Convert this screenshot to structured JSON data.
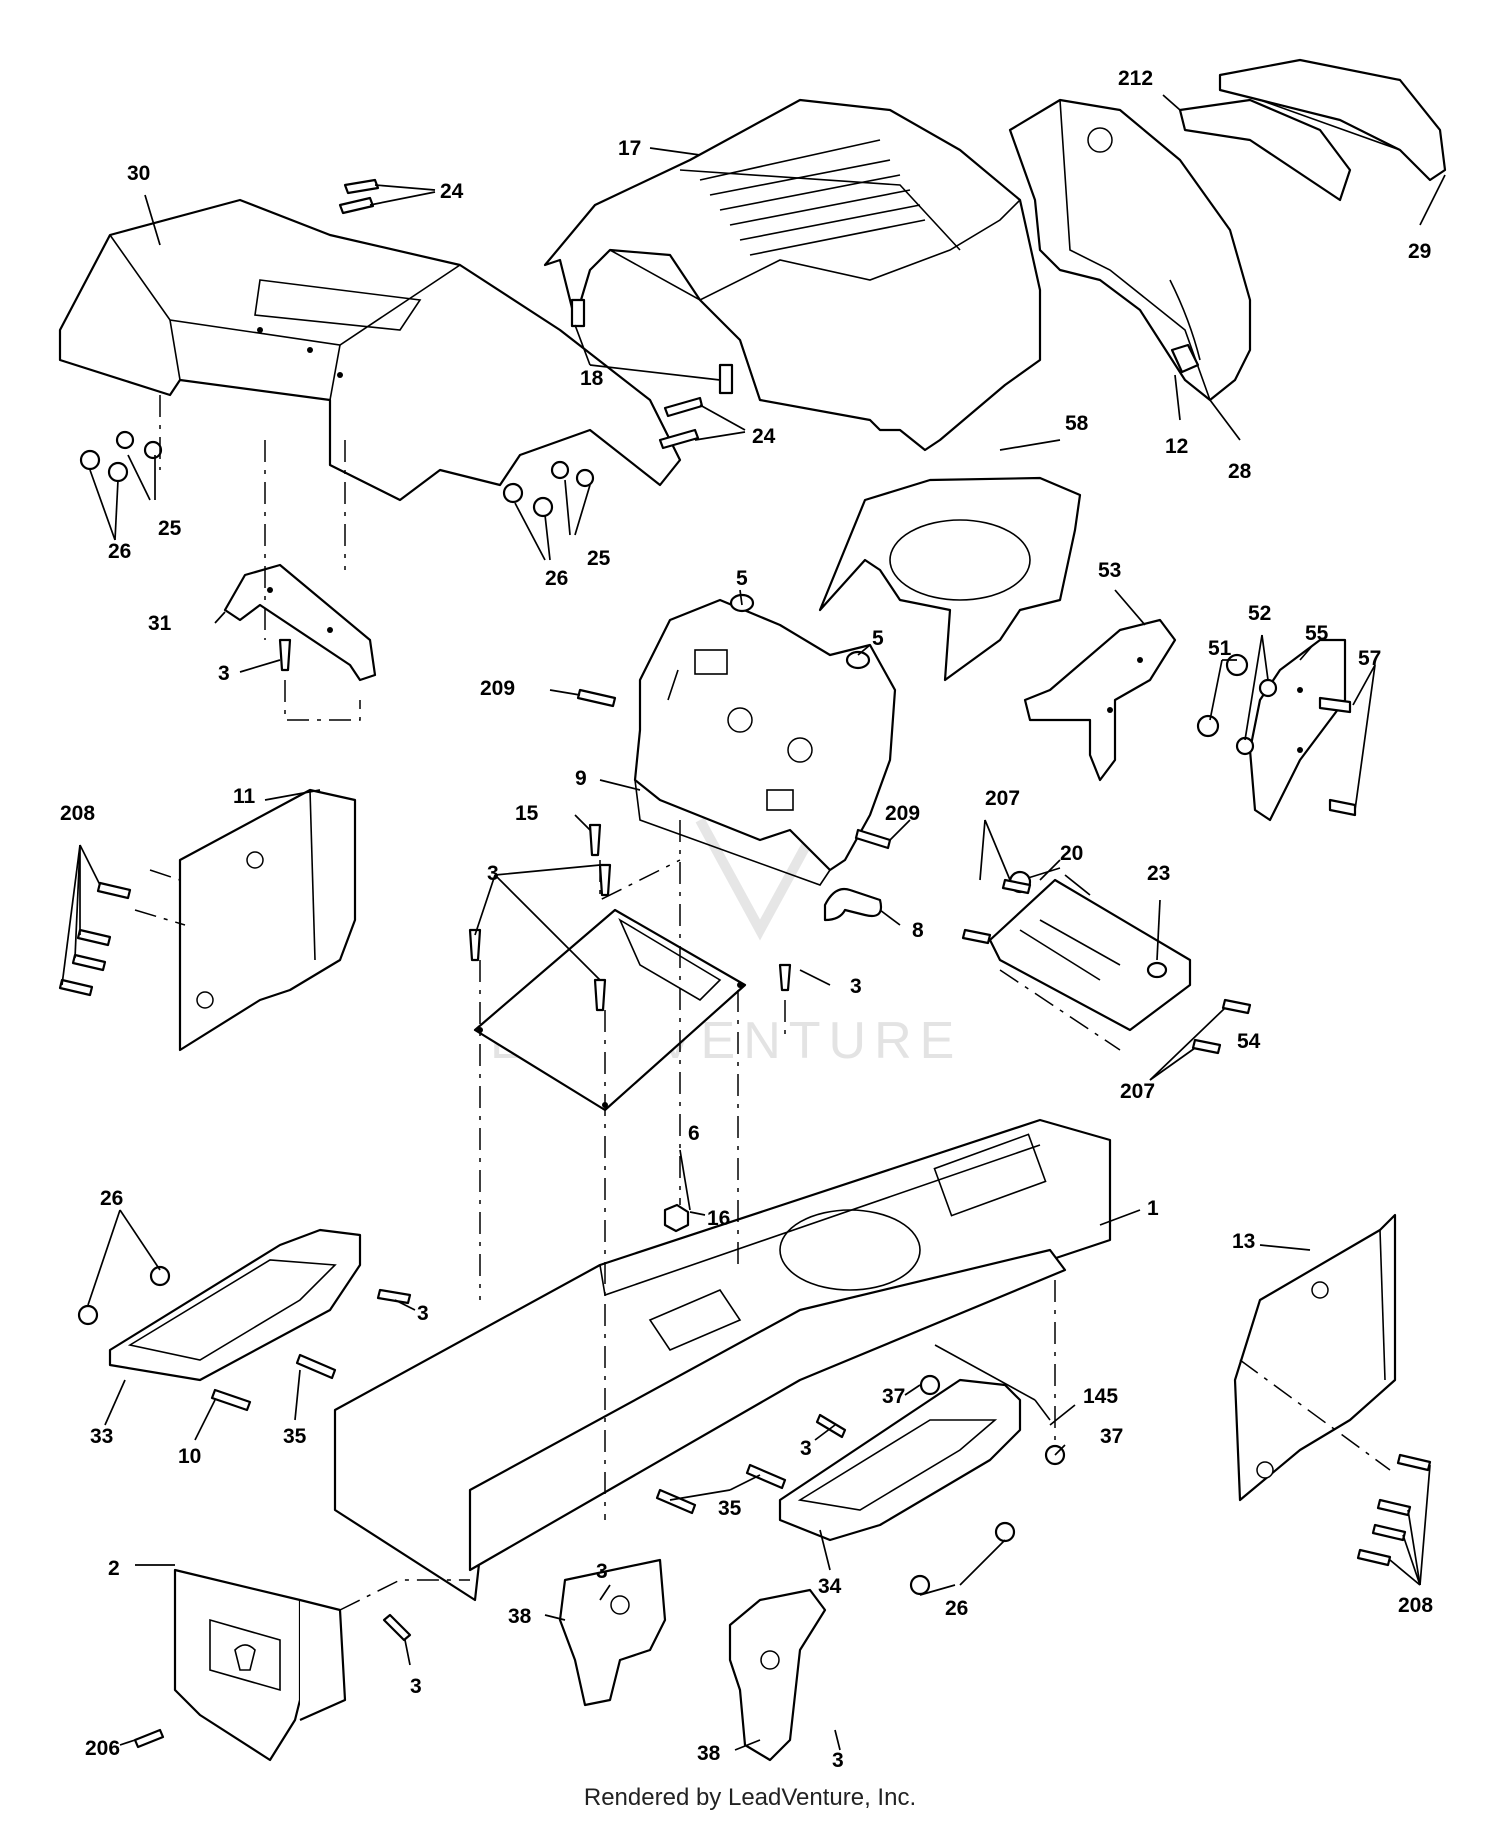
{
  "diagram": {
    "watermark": "LEADVENTURE",
    "footer": "Rendered by LeadVenture, Inc.",
    "callouts": {
      "p1": "1",
      "p2": "2",
      "p3": "3",
      "p5": "5",
      "p6": "6",
      "p8": "8",
      "p9": "9",
      "p10": "10",
      "p11": "11",
      "p12": "12",
      "p13": "13",
      "p15": "15",
      "p16": "16",
      "p17": "17",
      "p18": "18",
      "p20": "20",
      "p23": "23",
      "p24": "24",
      "p25": "25",
      "p26": "26",
      "p28": "28",
      "p29": "29",
      "p30": "30",
      "p31": "31",
      "p33": "33",
      "p34": "34",
      "p35": "35",
      "p37": "37",
      "p38": "38",
      "p51": "51",
      "p52": "52",
      "p53": "53",
      "p54": "54",
      "p55": "55",
      "p57": "57",
      "p58": "58",
      "p145": "145",
      "p206": "206",
      "p207": "207",
      "p208": "208",
      "p209": "209",
      "p212": "212"
    }
  }
}
